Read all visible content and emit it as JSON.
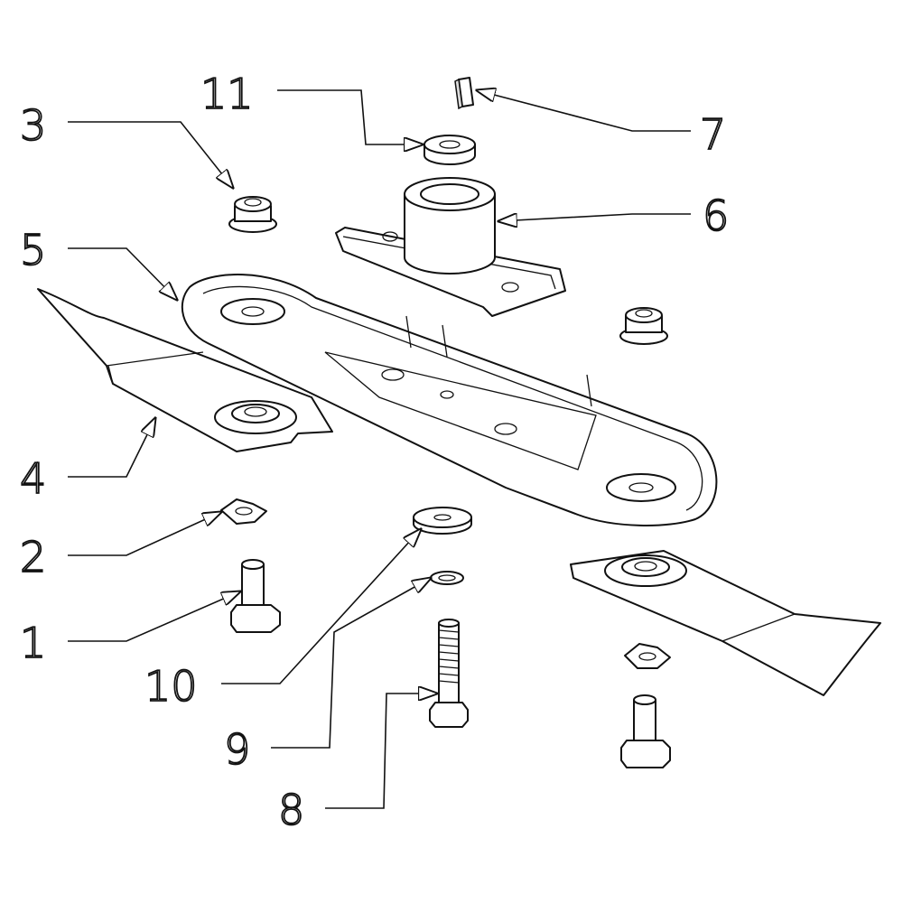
{
  "diagram": {
    "labels": {
      "p1": "1",
      "p2": "2",
      "p3": "3",
      "p4": "4",
      "p5": "5",
      "p6": "6",
      "p7": "7",
      "p8": "8",
      "p9": "9",
      "p10": "10",
      "p11": "11"
    }
  }
}
